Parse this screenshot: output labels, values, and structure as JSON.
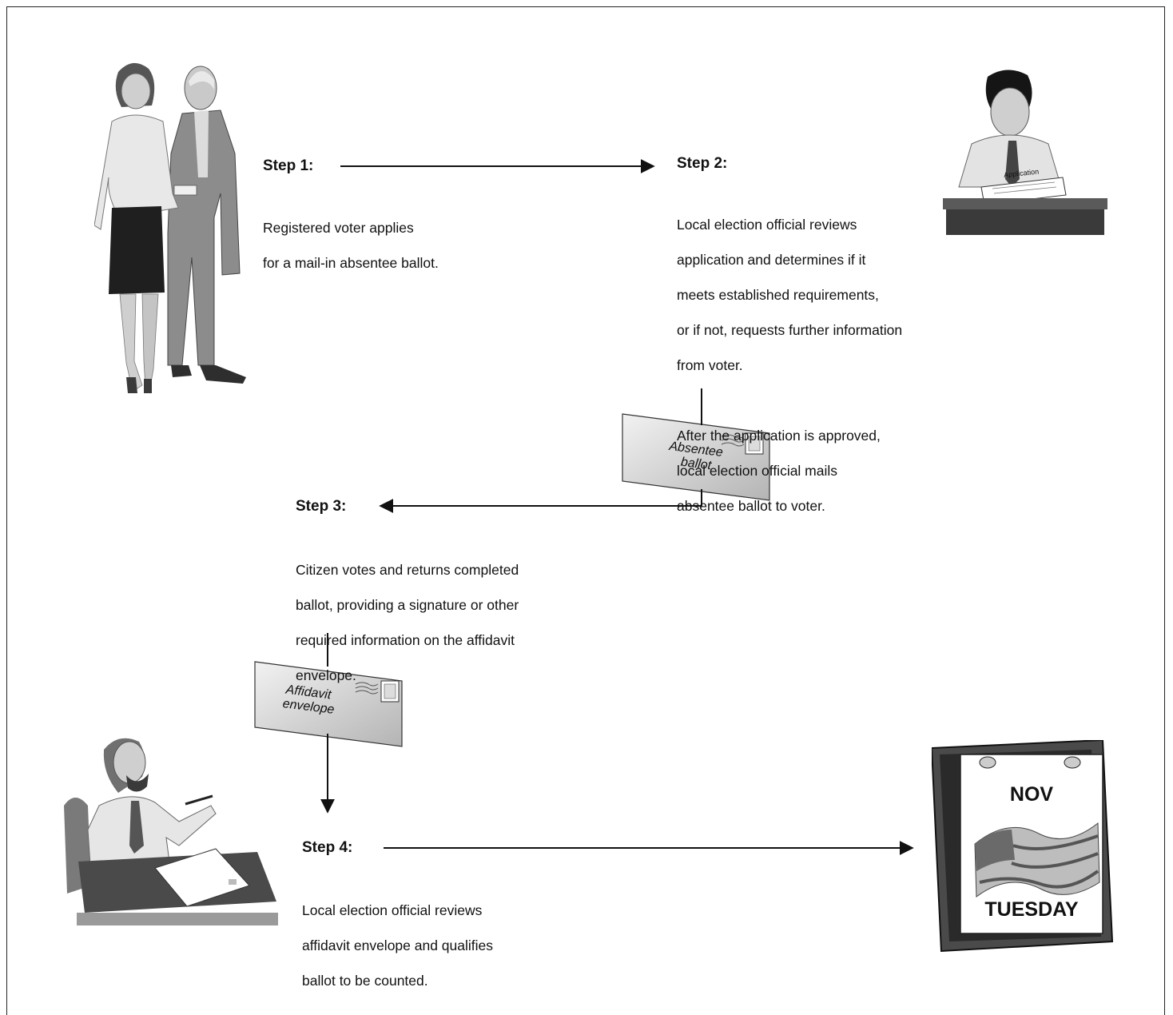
{
  "steps": [
    {
      "title": "Step 1:",
      "lines": [
        "Registered voter applies",
        "for a mail-in absentee ballot."
      ]
    },
    {
      "title": "Step 2:",
      "lines": [
        "Local election official reviews",
        "application and determines if it",
        "meets established requirements,",
        "or if not, requests further information",
        "from voter.",
        "",
        "After the application is approved,",
        "local election official mails",
        "absentee ballot to voter."
      ]
    },
    {
      "title": "Step 3:",
      "lines": [
        "Citizen votes and returns completed",
        "ballot, providing a signature or other",
        "required information on the affidavit",
        "envelope."
      ]
    },
    {
      "title": "Step 4:",
      "lines": [
        "Local election official reviews",
        "affidavit envelope and qualifies",
        "ballot to be counted."
      ]
    }
  ],
  "envelopes": {
    "absentee": [
      "Absentee",
      "ballot"
    ],
    "affidavit": [
      "Affidavit",
      "envelope"
    ]
  },
  "clerk_paper_label": "Application",
  "calendar": {
    "month": "NOV",
    "day": "TUESDAY"
  },
  "colors": {
    "line": "#111111",
    "figure_dark": "#3c3c3c",
    "figure_mid": "#8f8f8f",
    "figure_light": "#d6d6d6",
    "desk": "#4a4a4a",
    "envelope": "#e2e2e2"
  }
}
